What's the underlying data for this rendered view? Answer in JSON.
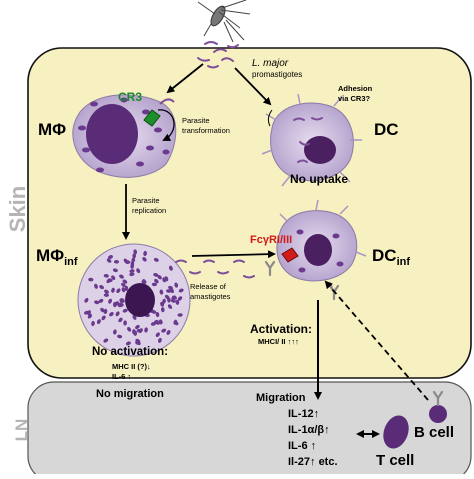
{
  "labels": {
    "skin": "Skin",
    "ln": "LN",
    "promastigotes_title": "L. major",
    "promastigotes_sub": "promastigotes",
    "cr3": "CR3",
    "macrophage": "MΦ",
    "parasite_transformation_1": "Parasite",
    "parasite_transformation_2": "transformation",
    "adhesion_1": "Adhesion",
    "adhesion_2": "via CR3?",
    "dc": "DC",
    "no_uptake": "No uptake",
    "parasite_replication_1": "Parasite",
    "parasite_replication_2": "replication",
    "macrophage_inf": "MΦ",
    "macrophage_inf_sub": "inf",
    "fcgr": "FcγRI/III",
    "dc_inf": "DC",
    "dc_inf_sub": "inf",
    "release_1": "Release of",
    "release_2": "amastigotes",
    "activation": "Activation:",
    "activation_markers": "MHCI/ II ↑↑↑",
    "no_activation": "No activation:",
    "no_activation_mhc": "MHC II (?)↓",
    "no_activation_il6": "IL-6 ↑",
    "no_migration": "No migration",
    "migration": "Migration",
    "cytokine_1": "IL-12↑",
    "cytokine_2": "IL-1α/β↑",
    "cytokine_3": "IL-6 ↑",
    "cytokine_4": "Il-27↑ etc.",
    "b_cell": "B cell",
    "t_cell": "T cell"
  },
  "colors": {
    "skin_fill": "#f7f0c0",
    "ln_fill": "#d7d7d7",
    "cr3_text": "#1a8a2a",
    "cr3_receptor": "#1d8f2a",
    "fcgr_text": "#d11a1a",
    "fcgr_receptor": "#d11a1a",
    "cell_nucleus": "#4a2060",
    "cell_cytoplasm": "#c8b8dc",
    "parasite": "#7d4f9a",
    "label_grey": "#b5b5b5"
  }
}
